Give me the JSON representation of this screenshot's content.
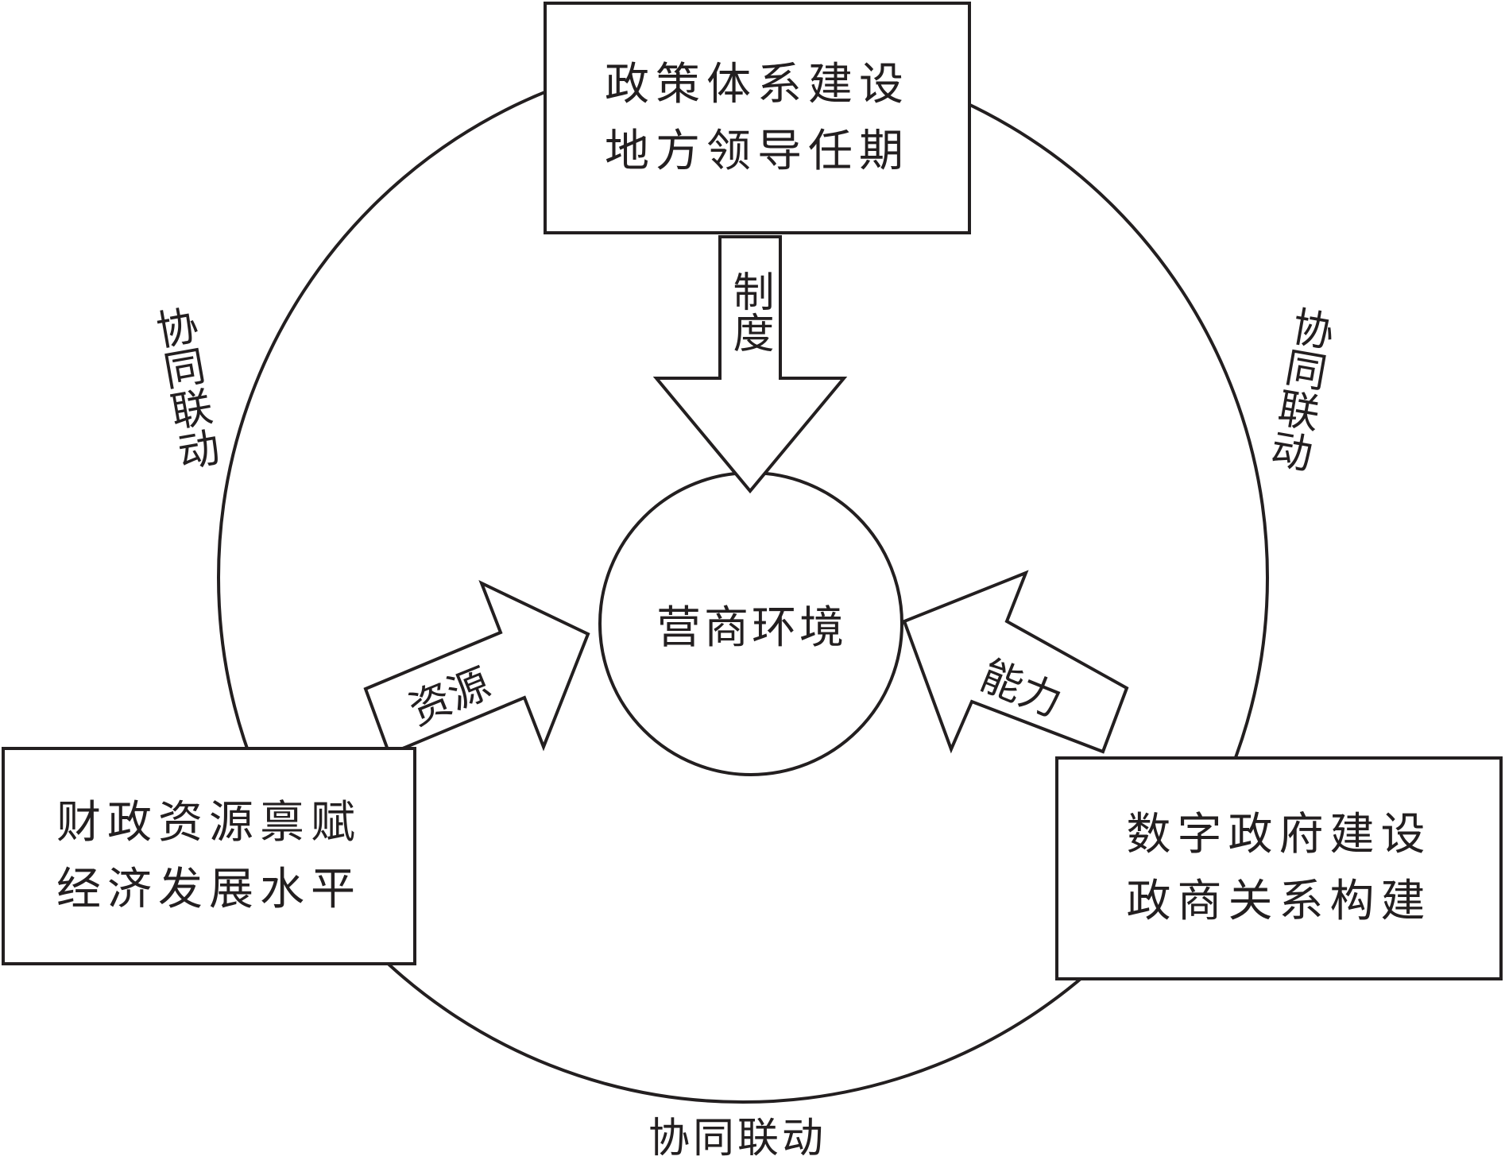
{
  "diagram": {
    "center": {
      "label": "营商环境"
    },
    "top_box": {
      "lines": [
        "政策体系建设",
        "地方领导任期"
      ]
    },
    "left_box": {
      "lines": [
        "财政资源禀赋",
        "经济发展水平"
      ]
    },
    "right_box": {
      "lines": [
        "数字政府建设",
        "政商关系构建"
      ]
    },
    "arrows": {
      "top": "制度",
      "left": "资源",
      "right": "能力"
    },
    "links": {
      "left": "协同联动",
      "right": "协同联动",
      "bottom": "协同联动"
    },
    "colors": {
      "stroke": "#231f20",
      "background": "#ffffff"
    }
  }
}
